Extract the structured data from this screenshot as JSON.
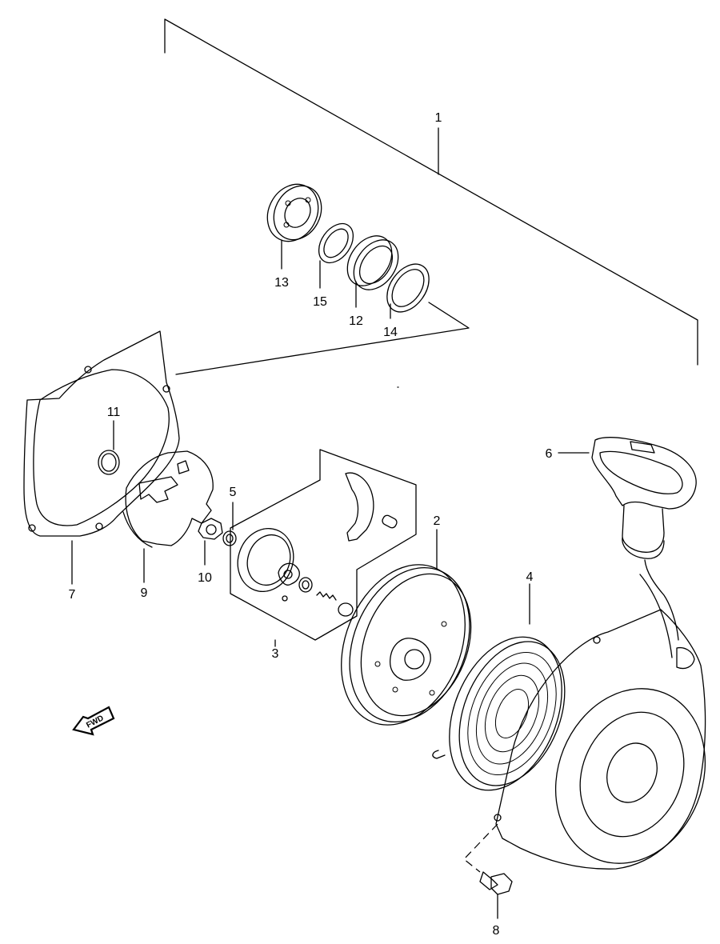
{
  "labels": {
    "p1": "1",
    "p2": "2",
    "p3": "3",
    "p4": "4",
    "p5": "5",
    "p6": "6",
    "p7": "7",
    "p8": "8",
    "p9": "9",
    "p10": "10",
    "p11": "11",
    "p12": "12",
    "p13": "13",
    "p14": "14",
    "p15": "15"
  },
  "direction_tag": "FWD"
}
